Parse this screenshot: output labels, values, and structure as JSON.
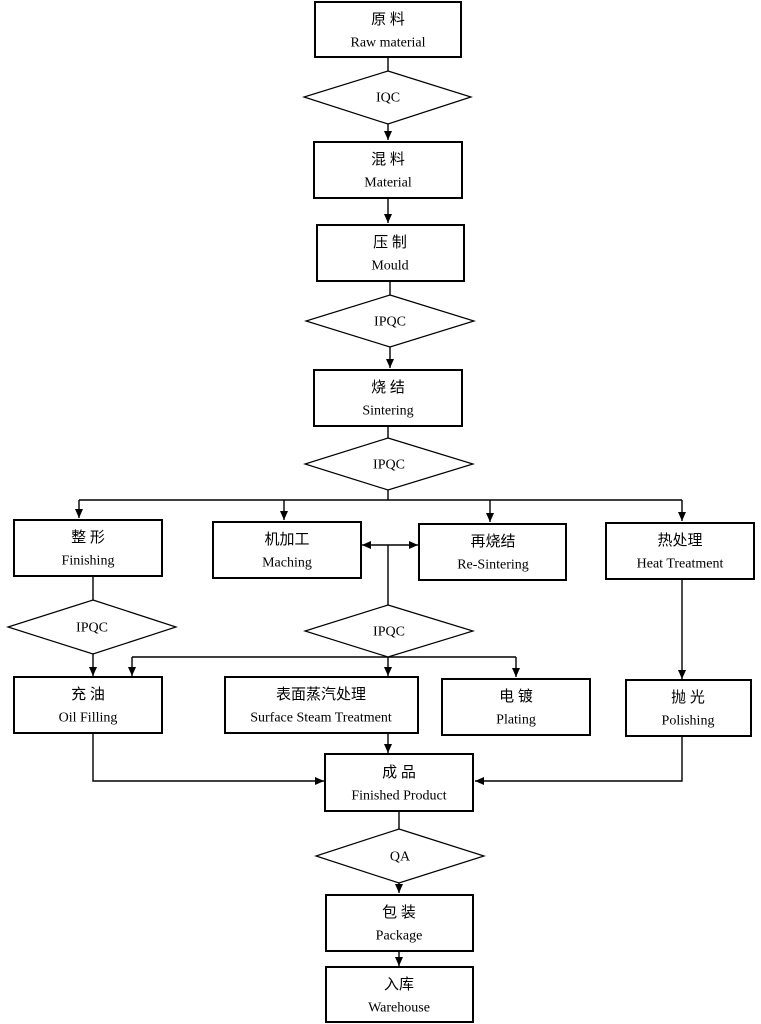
{
  "steps": {
    "raw_material": {
      "zh": "原 料",
      "en": "Raw material"
    },
    "material": {
      "zh": "混 料",
      "en": "Material"
    },
    "mould": {
      "zh": "压 制",
      "en": "Mould"
    },
    "sintering": {
      "zh": "烧 结",
      "en": "Sintering"
    },
    "finishing": {
      "zh": "整 形",
      "en": "Finishing"
    },
    "maching": {
      "zh": "机加工",
      "en": "Maching"
    },
    "re_sintering": {
      "zh": "再烧结",
      "en": "Re-Sintering"
    },
    "heat_treatment": {
      "zh": "热处理",
      "en": "Heat Treatment"
    },
    "oil_filling": {
      "zh": "充 油",
      "en": "Oil Filling"
    },
    "surface_steam": {
      "zh": "表面蒸汽处理",
      "en": "Surface Steam Treatment"
    },
    "plating": {
      "zh": "电 镀",
      "en": "Plating"
    },
    "polishing": {
      "zh": "抛 光",
      "en": "Polishing"
    },
    "finished_product": {
      "zh": "成 品",
      "en": "Finished Product"
    },
    "package": {
      "zh": "包 装",
      "en": "Package"
    },
    "warehouse": {
      "zh": "入库",
      "en": "Warehouse"
    }
  },
  "gates": {
    "iqc": "IQC",
    "ipqc_mould": "IPQC",
    "ipqc_sintering": "IPQC",
    "ipqc_finishing": "IPQC",
    "ipqc_maching": "IPQC",
    "qa": "QA"
  }
}
